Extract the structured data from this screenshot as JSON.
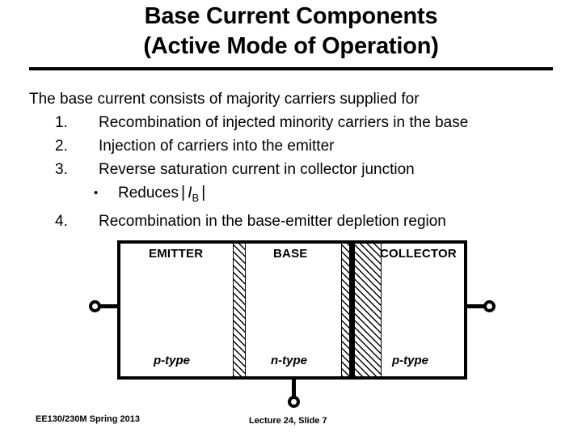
{
  "slide": {
    "title_line1": "Base Current Components",
    "title_line2": "(Active Mode of Operation)",
    "lead_in": "The base current consists of majority carriers supplied for",
    "items": [
      {
        "marker": "1.",
        "text": "Recombination of injected minority carriers in the base"
      },
      {
        "marker": "2.",
        "text": "Injection of carriers into the emitter"
      },
      {
        "marker": "3.",
        "text": "Reverse saturation current in collector junction"
      },
      {
        "marker": "4.",
        "text": "Recombination in the base-emitter depletion region"
      }
    ],
    "sub_bullet": {
      "dot": "•",
      "prefix": "Reduces",
      "bar_open": "|",
      "symbol": "I",
      "subscript": "B",
      "bar_close": "|"
    }
  },
  "diagram": {
    "regions": [
      {
        "name": "EMITTER",
        "doping": "p-type"
      },
      {
        "name": "BASE",
        "doping": "n-type"
      },
      {
        "name": "COLLECTOR",
        "doping": "p-type"
      }
    ],
    "terminals": [
      {
        "name": "emitter-terminal"
      },
      {
        "name": "base-terminal"
      },
      {
        "name": "collector-terminal"
      }
    ],
    "depletion_regions": [
      {
        "name": "base-emitter-depletion"
      },
      {
        "name": "base-collector-depletion-narrow"
      },
      {
        "name": "base-collector-depletion-wide"
      }
    ],
    "colors": {
      "ink": "#000000",
      "fill": "#ffffff"
    }
  },
  "footer": {
    "course": "EE130/230M Spring 2013",
    "lecture": "Lecture 24, Slide 7"
  }
}
